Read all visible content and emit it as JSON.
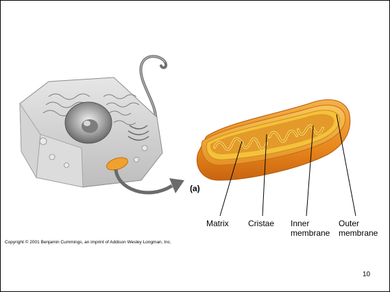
{
  "figure": {
    "panel_label": "(a)",
    "labels": {
      "matrix": "Matrix",
      "cristae": "Cristae",
      "inner": [
        "Inner",
        "membrane"
      ],
      "outer": [
        "Outer",
        "membrane"
      ]
    }
  },
  "copyright": "Copyright © 2001 Benjamin Cummings, an imprint of Addison Wesley Longman, Inc.",
  "page_number": "10",
  "colors": {
    "outer_membrane": "#e8871c",
    "inner_membrane": "#f4c23a",
    "matrix": "#e39a2a",
    "cell_gray": "#c9c9c9"
  }
}
